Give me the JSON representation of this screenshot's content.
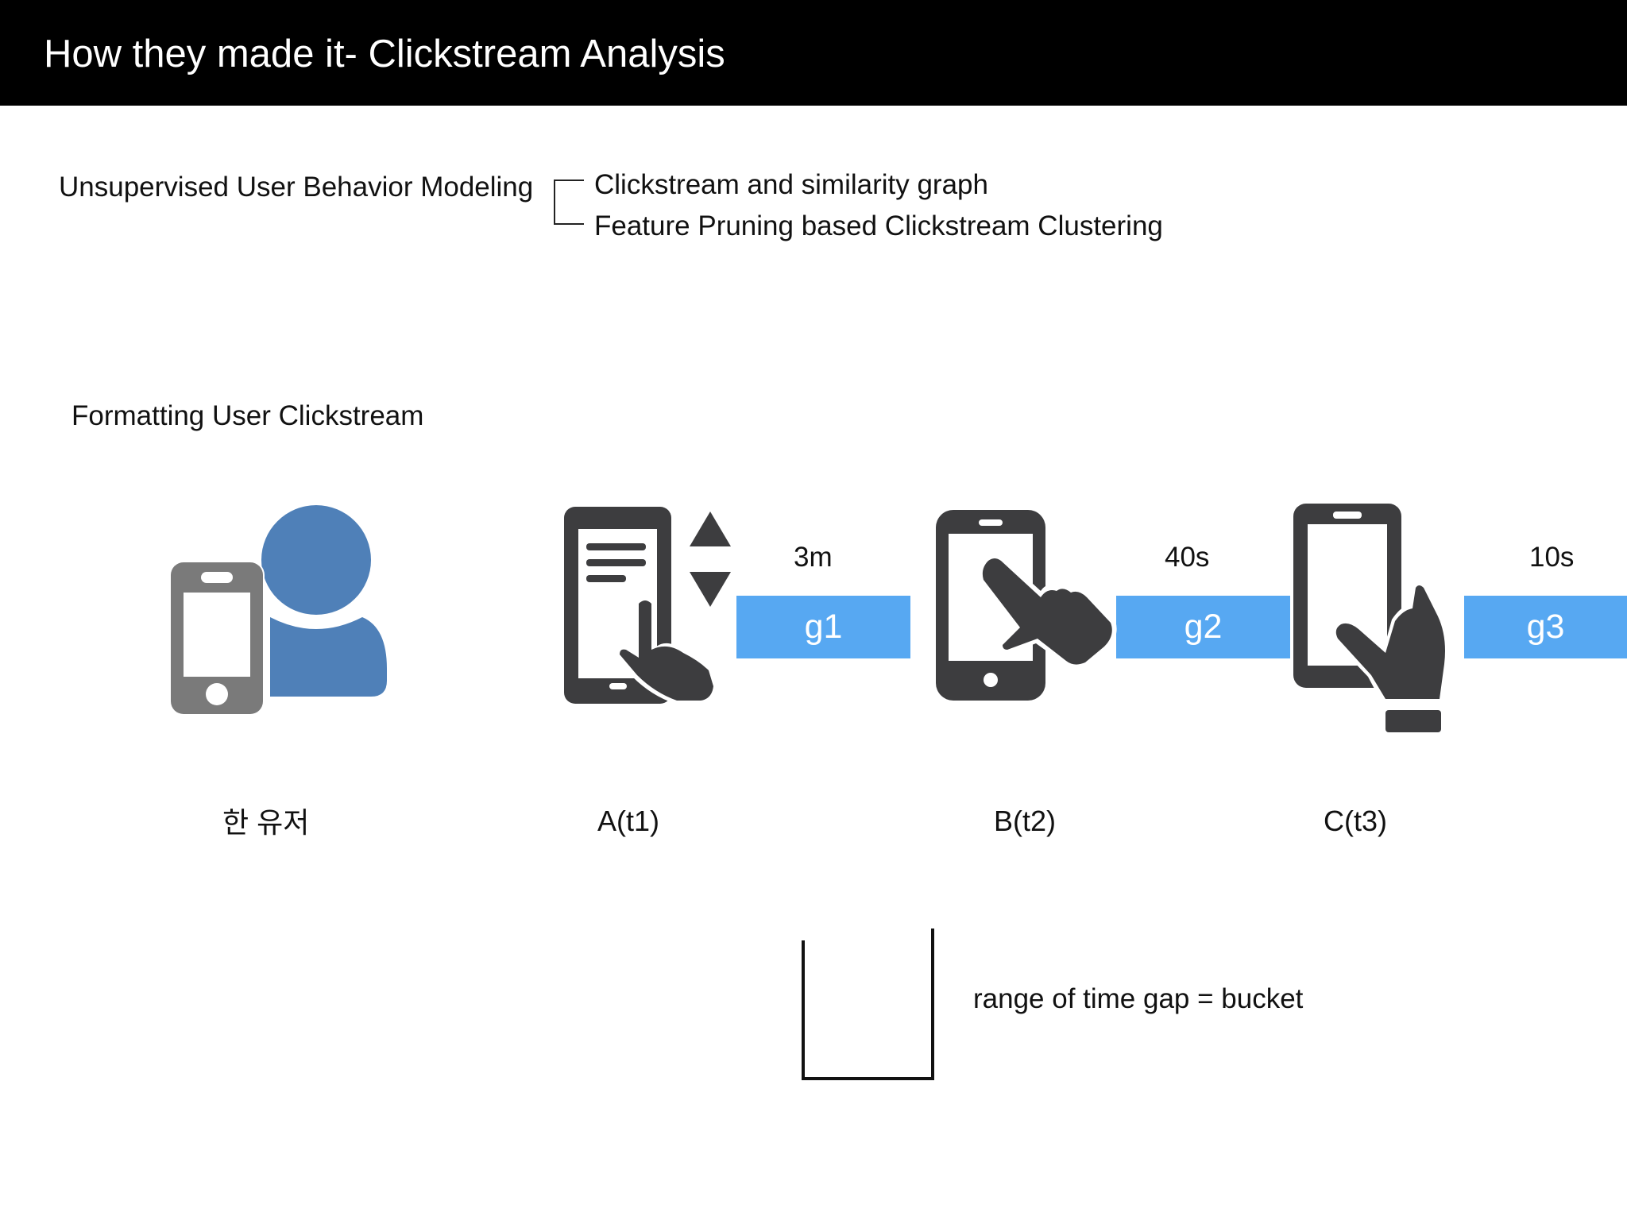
{
  "header": {
    "title": "How they made it- Clickstream Analysis"
  },
  "modeling": {
    "label": "Unsupervised User Behavior Modeling",
    "items": [
      "Clickstream and similarity graph",
      "Feature Pruning based Clickstream Clustering"
    ]
  },
  "formatting": {
    "title": "Formatting User Clickstream"
  },
  "steps": [
    {
      "label": "한 유저",
      "icon": "user-with-phone-icon"
    },
    {
      "label": "A(t1)",
      "icon": "phone-scroll-icon"
    },
    {
      "label": "B(t2)",
      "icon": "phone-tap-icon"
    },
    {
      "label": "C(t3)",
      "icon": "phone-in-hand-icon"
    }
  ],
  "gaps": [
    {
      "time": "3m",
      "label": "g1"
    },
    {
      "time": "40s",
      "label": "g2"
    },
    {
      "time": "10s",
      "label": "g3"
    }
  ],
  "bucket": {
    "label": "range of time gap = bucket"
  },
  "colors": {
    "gap_bar": "#57a8f2",
    "icon_dark": "#3d3d3f",
    "user_blue": "#4f80b8",
    "phone_gray": "#7a7a7a",
    "header_bg": "#000000"
  }
}
